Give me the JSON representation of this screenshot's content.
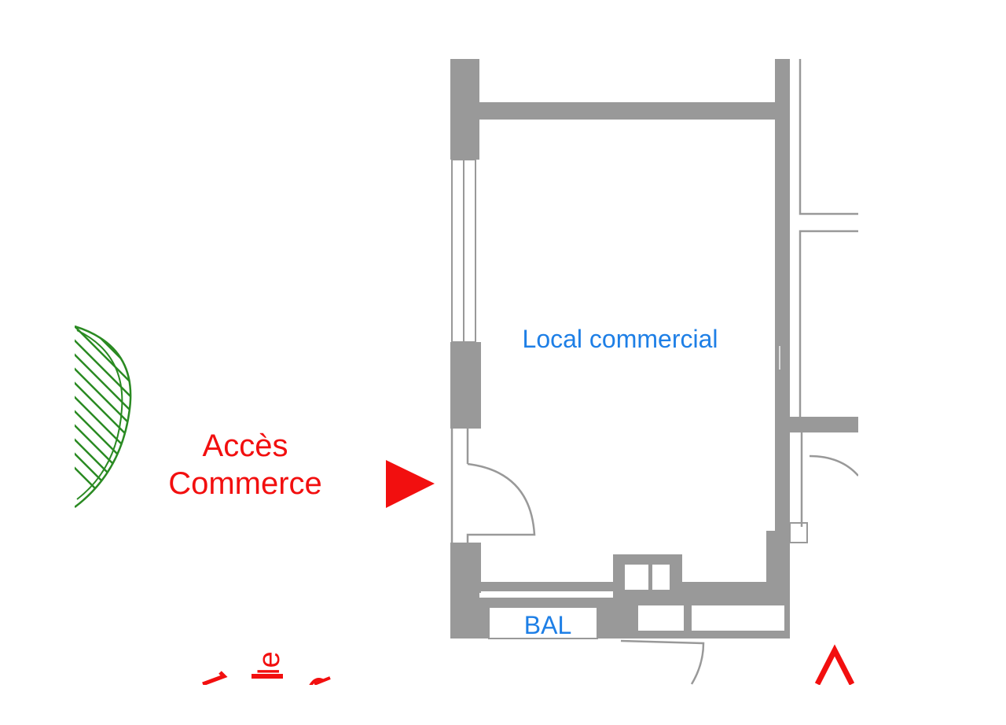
{
  "plan": {
    "room_label": "Local commercial",
    "mailbox_label": "BAL",
    "access_label_line1": "Accès",
    "access_label_line2": "Commerce",
    "partial_bottom_text": "le",
    "access_arrow_icon": "triangle-right-icon",
    "colors": {
      "walls": "#999999",
      "room_label": "#1e7fe6",
      "access": "#f20f0f",
      "vegetation": "#2a8a22"
    }
  }
}
